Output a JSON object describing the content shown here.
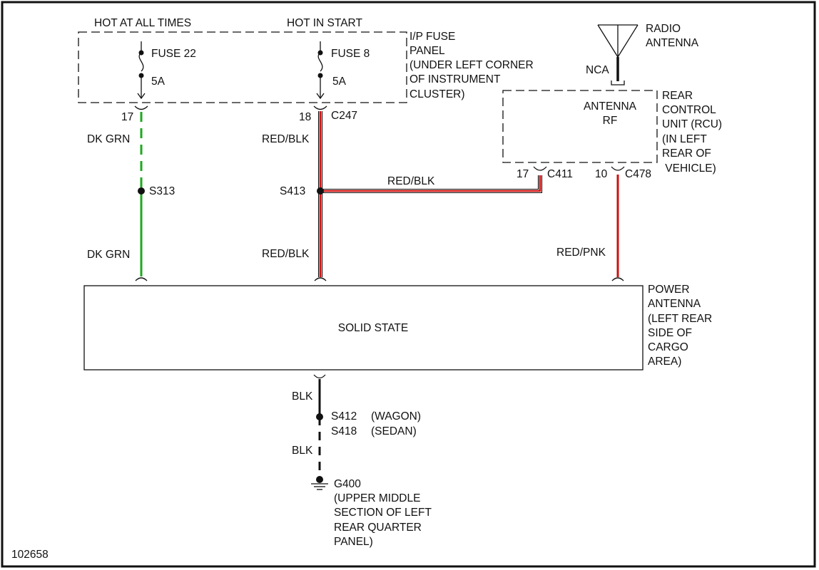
{
  "fuse_panel": {
    "hot_at_all_times": "HOT AT ALL TIMES",
    "hot_in_start": "HOT IN START",
    "name_lines": [
      "I/P FUSE",
      "PANEL",
      "(UNDER LEFT CORNER",
      "OF INSTRUMENT",
      "CLUSTER)"
    ],
    "fuse_22": {
      "label": "FUSE 22",
      "rating": "5A",
      "pin": "17"
    },
    "fuse_8": {
      "label": "FUSE 8",
      "rating": "5A",
      "pin": "18"
    },
    "connector": "C247"
  },
  "antenna": {
    "label_lines": [
      "RADIO",
      "ANTENNA"
    ],
    "nca": "NCA"
  },
  "rcu": {
    "inner_lines": [
      "ANTENNA",
      "RF"
    ],
    "name_lines": [
      "REAR",
      "CONTROL",
      "UNIT (RCU)",
      "(IN LEFT",
      "REAR OF",
      " VEHICLE)"
    ],
    "pin_c411": "17",
    "connector_c411": "C411",
    "pin_c478": "10",
    "connector_c478": "C478"
  },
  "wires": {
    "dk_grn_upper": "DK GRN",
    "dk_grn_lower": "DK GRN",
    "red_blk_upper": "RED/BLK",
    "red_blk_lower": "RED/BLK",
    "red_blk_horizontal": "RED/BLK",
    "red_pnk": "RED/PNK",
    "blk_upper": "BLK",
    "blk_lower": "BLK"
  },
  "splices": {
    "s313": "S313",
    "s413": "S413",
    "s412": "S412",
    "s412_note": "(WAGON)",
    "s418": "S418",
    "s418_note": "(SEDAN)"
  },
  "power_antenna": {
    "inner": "SOLID STATE",
    "name_lines": [
      "POWER",
      "ANTENNA",
      "(LEFT REAR",
      "SIDE OF",
      "CARGO",
      "AREA)"
    ]
  },
  "ground": {
    "label": "G400",
    "location_lines": [
      "(UPPER MIDDLE",
      "SECTION OF LEFT",
      "REAR QUARTER",
      "PANEL)"
    ]
  },
  "figure_number": "102658",
  "colors": {
    "dk_grn_wire": "#1faa1f",
    "red_wire": "#cc1111",
    "line": "#111111"
  }
}
